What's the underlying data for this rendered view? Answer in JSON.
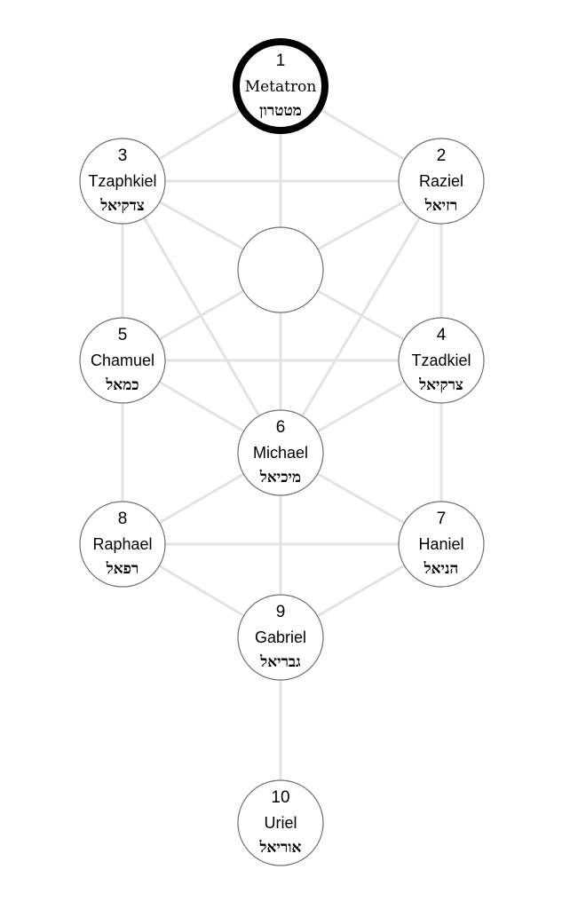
{
  "title": "Tree of Life — Archangels",
  "colors": {
    "line": "#e3e3e3",
    "node_stroke": "#707070",
    "highlight_stroke": "#000000",
    "node_fill": "#ffffff"
  },
  "nodes": [
    {
      "id": "1",
      "number": "1",
      "name": "Metatron",
      "hebrew": "מטטרון",
      "highlighted": true
    },
    {
      "id": "2",
      "number": "2",
      "name": "Raziel",
      "hebrew": "רזיאל",
      "highlighted": false
    },
    {
      "id": "3",
      "number": "3",
      "name": "Tzaphkiel",
      "hebrew": "צדקיאל",
      "highlighted": false
    },
    {
      "id": "hidden",
      "number": "",
      "name": "",
      "hebrew": "",
      "highlighted": false
    },
    {
      "id": "4",
      "number": "4",
      "name": "Tzadkiel",
      "hebrew": "צרקיאל",
      "highlighted": false
    },
    {
      "id": "5",
      "number": "5",
      "name": "Chamuel",
      "hebrew": "כמאל",
      "highlighted": false
    },
    {
      "id": "6",
      "number": "6",
      "name": "Michael",
      "hebrew": "מיכיאל",
      "highlighted": false
    },
    {
      "id": "7",
      "number": "7",
      "name": "Haniel",
      "hebrew": "הניאל",
      "highlighted": false
    },
    {
      "id": "8",
      "number": "8",
      "name": "Raphael",
      "hebrew": "רפאל",
      "highlighted": false
    },
    {
      "id": "9",
      "number": "9",
      "name": "Gabriel",
      "hebrew": "גבריאל",
      "highlighted": false
    },
    {
      "id": "10",
      "number": "10",
      "name": "Uriel",
      "hebrew": "אוריאל",
      "highlighted": false
    }
  ],
  "edges": [
    [
      "1",
      "2"
    ],
    [
      "1",
      "3"
    ],
    [
      "1",
      "hidden"
    ],
    [
      "2",
      "3"
    ],
    [
      "2",
      "hidden"
    ],
    [
      "3",
      "hidden"
    ],
    [
      "2",
      "4"
    ],
    [
      "3",
      "5"
    ],
    [
      "2",
      "6"
    ],
    [
      "3",
      "6"
    ],
    [
      "hidden",
      "4"
    ],
    [
      "hidden",
      "5"
    ],
    [
      "hidden",
      "6"
    ],
    [
      "4",
      "5"
    ],
    [
      "4",
      "6"
    ],
    [
      "5",
      "6"
    ],
    [
      "4",
      "7"
    ],
    [
      "5",
      "8"
    ],
    [
      "6",
      "7"
    ],
    [
      "6",
      "8"
    ],
    [
      "6",
      "9"
    ],
    [
      "7",
      "8"
    ],
    [
      "7",
      "9"
    ],
    [
      "8",
      "9"
    ],
    [
      "9",
      "10"
    ]
  ]
}
